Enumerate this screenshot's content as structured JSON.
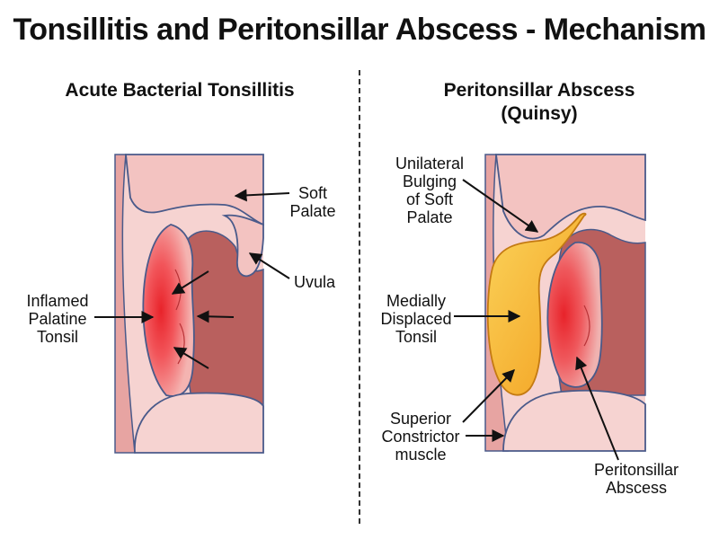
{
  "title": "Tonsillitis and Peritonsillar Abscess - Mechanism",
  "left_panel": {
    "title": "Acute Bacterial Tonsillitis",
    "labels": {
      "soft_palate": [
        "Soft",
        "Palate"
      ],
      "uvula": "Uvula",
      "inflamed_tonsil": [
        "Inflamed",
        "Palatine",
        "Tonsil"
      ]
    }
  },
  "right_panel": {
    "title": [
      "Peritonsillar Abscess",
      "(Quinsy)"
    ],
    "labels": {
      "unilateral_bulging": [
        "Unilateral",
        "Bulging",
        "of Soft",
        "Palate"
      ],
      "displaced_tonsil": [
        "Medially",
        "Displaced",
        "Tonsil"
      ],
      "constrictor": [
        "Superior",
        "Constrictor",
        "muscle"
      ],
      "abscess": [
        "Peritonsillar",
        "Abscess"
      ]
    }
  },
  "colors": {
    "tissue": "#f4c6c4",
    "tissue_dark": "#d98583",
    "cavity": "#b9605e",
    "outline": "#4a5a8a",
    "inflamed": "#e8232a",
    "pus": "#f7b731"
  }
}
